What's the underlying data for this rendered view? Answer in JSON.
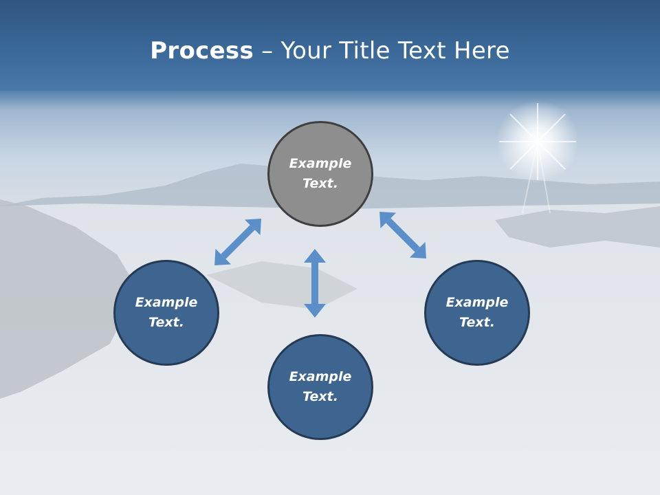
{
  "title": {
    "bold": "Process",
    "rest": " – Your Title Text Here"
  },
  "nodes": [
    {
      "id": "top",
      "label": "Example\nText.",
      "style": "gray"
    },
    {
      "id": "left",
      "label": "Example\nText.",
      "style": "blue"
    },
    {
      "id": "right",
      "label": "Example\nText.",
      "style": "blue"
    },
    {
      "id": "bottom",
      "label": "Example\nText.",
      "style": "blue"
    }
  ],
  "colors": {
    "header": "#3a6797",
    "node_fill": "#3e6590",
    "node_center_fill": "#8e8e8e",
    "arrow": "#5b8fc9"
  },
  "icons": [
    "double-arrow-icon"
  ]
}
